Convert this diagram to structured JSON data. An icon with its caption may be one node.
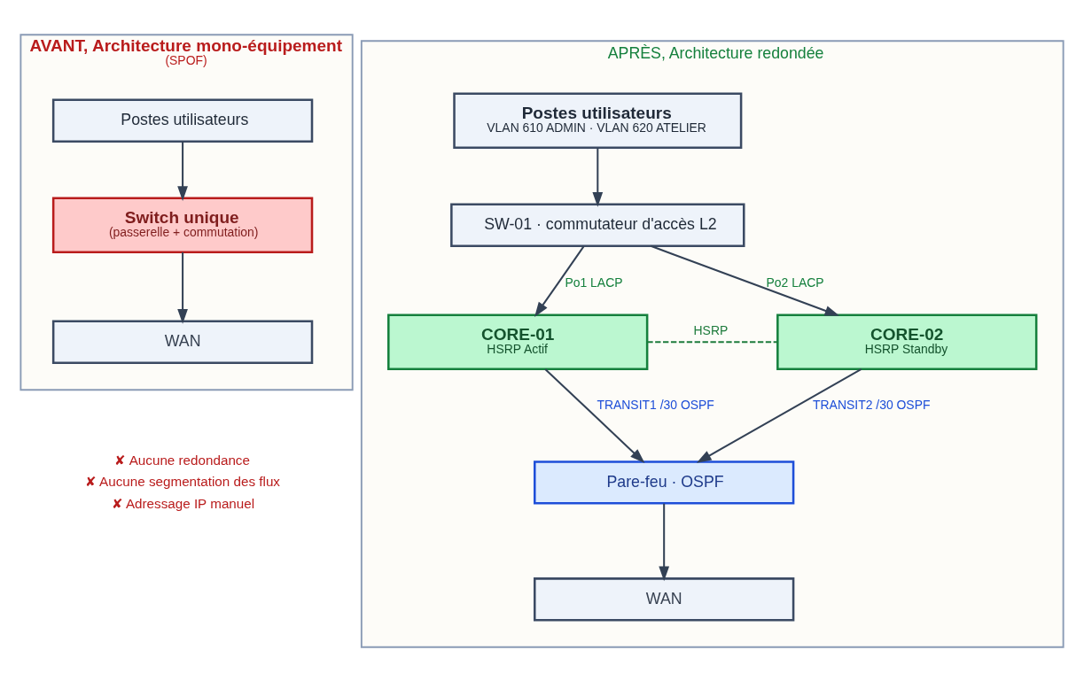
{
  "diagram": {
    "nodes": [
      {
        "text": [
          "AVANT, Architecture mono-équipement",
          "(SPOF)"
        ]
      },
      {
        "text": [
          "Postes utilisateurs"
        ],
        "in": 0
      },
      {
        "text": [
          "Switch unique",
          "(passerelle + commutation)"
        ],
        "in": 0
      },
      {
        "text": [
          "WAN"
        ],
        "in": 0
      },
      {
        "text": [
          "APRÈS, Architecture redondée"
        ]
      },
      {
        "text": [
          "Postes utilisateurs",
          "VLAN 610 ADMIN · VLAN 620 ATELIER"
        ],
        "in": 4
      },
      {
        "text": [
          "SW-01 · commutateur d'accès L2"
        ],
        "in": 4
      },
      {
        "text": [
          "CORE-01",
          "HSRP Actif"
        ],
        "in": 4
      },
      {
        "text": [
          "CORE-02",
          "HSRP Standby"
        ],
        "in": 4
      },
      {
        "text": [
          "Pare-feu · OSPF"
        ],
        "in": 4
      },
      {
        "text": [
          "WAN"
        ],
        "in": 4
      }
    ],
    "edges": [
      {
        "from": 1,
        "to": 2,
        "arrow": "to"
      },
      {
        "from": 2,
        "to": 3,
        "arrow": "to"
      },
      {
        "from": 5,
        "to": 6,
        "arrow": "to"
      },
      {
        "from": 6,
        "to": 7,
        "arrow": "to",
        "label": "Po1 LACP"
      },
      {
        "from": 6,
        "to": 8,
        "arrow": "to",
        "label": "Po2 LACP"
      },
      {
        "from": 7,
        "to": 8,
        "arrow": "none",
        "label": "HSRP",
        "style": "dashed",
        "color": "#1e7b3c"
      },
      {
        "from": 7,
        "to": 9,
        "arrow": "to",
        "label": "TRANSIT1 /30 OSPF"
      },
      {
        "from": 8,
        "to": 9,
        "arrow": "to",
        "label": "TRANSIT2 /30 OSPF"
      },
      {
        "from": 9,
        "to": 10,
        "arrow": "to"
      }
    ],
    "labels": [
      "✘ Aucune redondance",
      "✘ Aucune segmentation des flux",
      "✘ Adressage IP manuel"
    ]
  }
}
